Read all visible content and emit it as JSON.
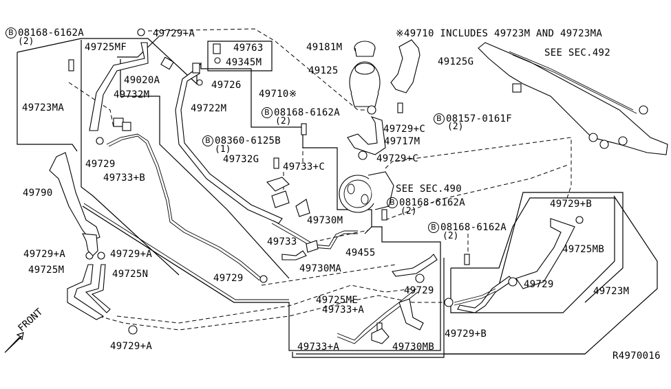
{
  "diagram": {
    "title_note": "※49710 INCLUDES 49723M AND 49723MA",
    "ref_code": "R4970016",
    "direction_label": "FRONT",
    "bolt_symbol": "B",
    "sections": {
      "steering_gear": "SEE SEC.492",
      "pump": "SEE SEC.490"
    },
    "parts": {
      "p49729a_top": "49729+A",
      "p49725mf": "49725MF",
      "p49020a": "49020A",
      "p49732m": "49732M",
      "p49723ma": "49723MA",
      "p49763": "49763",
      "p49345m": "49345M",
      "p49726": "49726",
      "p49710": "49710※",
      "p49722m": "49722M",
      "p49181m": "49181M",
      "p49125": "49125",
      "p49125g": "49125G",
      "p49729c_upper": "49729+C",
      "p49717m": "49717M",
      "p49729c_lower": "49729+C",
      "p49729_left": "49729",
      "p49733b": "49733+B",
      "p49790": "49790",
      "p49732g": "49732G",
      "p49733c": "49733+C",
      "p49730m": "49730M",
      "p49733": "49733",
      "p49455": "49455",
      "p49730ma": "49730MA",
      "p49729a_l1": "49729+A",
      "p49729a_l2": "49729+A",
      "p49725m": "49725M",
      "p49725n": "49725N",
      "p49729_mid": "49729",
      "p49725me": "49725ME",
      "p49733a_1": "49733+A",
      "p49729_c": "49729",
      "p49733a_2": "49733+A",
      "p49730mb": "49730MB",
      "p49729b_right": "49729+B",
      "p49725mb": "49725MB",
      "p49729_right": "49729",
      "p49723m": "49723M",
      "p49729b_bottom": "49729+B",
      "p49729a_bottom": "49729+A"
    },
    "bolts": [
      {
        "id": "bolt1",
        "part": "08168-6162A",
        "qty": "(2)"
      },
      {
        "id": "bolt2",
        "part": "08168-6162A",
        "qty": "(2)"
      },
      {
        "id": "bolt3",
        "part": "08157-0161F",
        "qty": "(2)"
      },
      {
        "id": "bolt4",
        "part": "08360-6125B",
        "qty": "(1)"
      },
      {
        "id": "bolt5",
        "part": "08168-6162A",
        "qty": "(2)"
      },
      {
        "id": "bolt6",
        "part": "08168-6162A",
        "qty": "(2)"
      }
    ]
  }
}
